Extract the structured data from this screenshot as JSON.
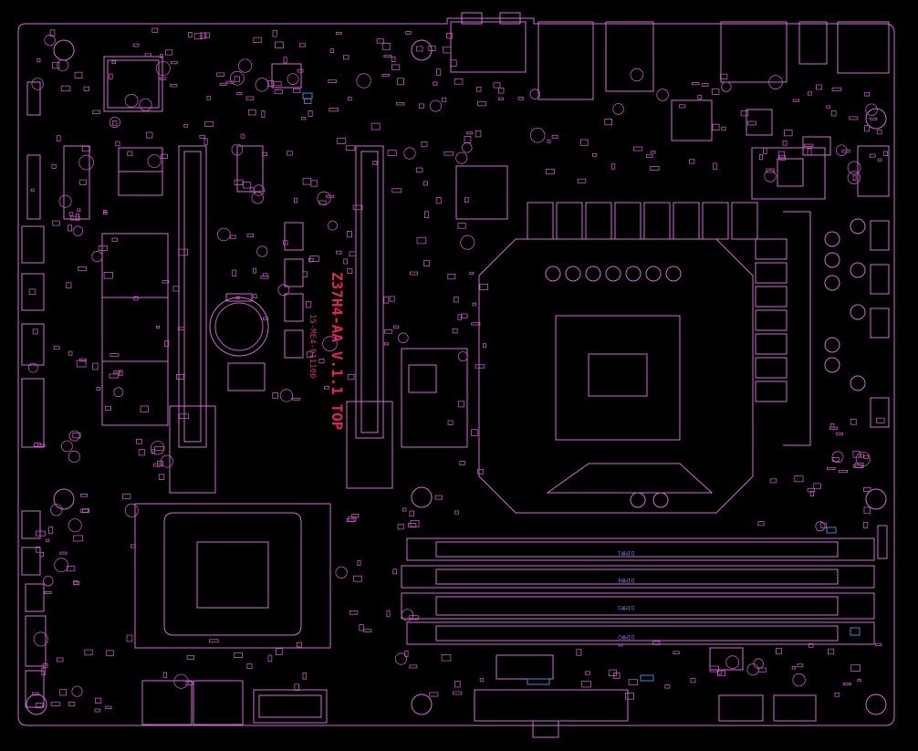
{
  "board": {
    "title": "Z37H4-AA V.1.1 TOP",
    "part_number": "15-ME4-011100"
  },
  "dimm_slots": [
    {
      "label": "DIMM1"
    },
    {
      "label": "DIMM2"
    },
    {
      "label": "DIMM3"
    },
    {
      "label": "DIMM4"
    }
  ],
  "colors": {
    "outline": "#d36ad3",
    "silkscreen": "#e0245e",
    "accent": "#2f8fd8",
    "background": "#000000"
  }
}
